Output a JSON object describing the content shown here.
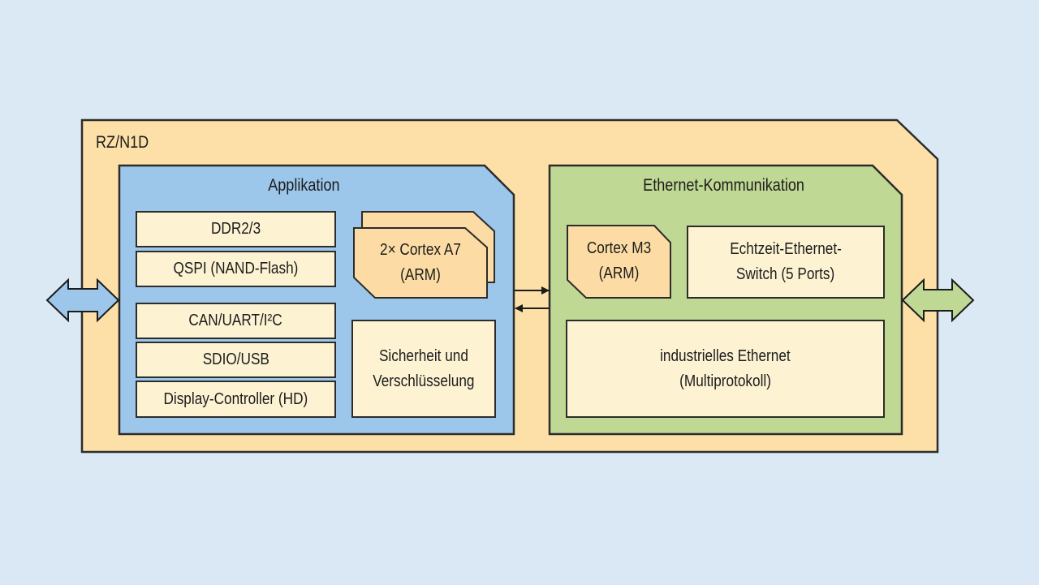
{
  "diagram": {
    "chip_label": "RZ/N1D",
    "colors": {
      "background": "#dbe9f4",
      "chip_fill": "#fde0a8",
      "application_fill": "#9cc6ea",
      "ethernet_fill": "#bfd894",
      "peripheral_fill": "#fdf3d3",
      "core_fill": "#fcdca4",
      "outline": "#2c2c2c"
    },
    "application": {
      "title": "Applikation",
      "peripherals": [
        "DDR2/3",
        "QSPI (NAND-Flash)",
        "CAN/UART/I²C",
        "SDIO/USB",
        "Display-Controller (HD)"
      ],
      "core": {
        "line1": "2× Cortex A7",
        "line2": "(ARM)",
        "count": 2
      },
      "security": {
        "line1": "Sicherheit und",
        "line2": "Verschlüsselung"
      }
    },
    "ethernet": {
      "title": "Ethernet-Kommunikation",
      "core": {
        "line1": "Cortex M3",
        "line2": "(ARM)"
      },
      "switch": {
        "line1": "Echtzeit-Ethernet-",
        "line2": "Switch (5 Ports)"
      },
      "industrial": {
        "line1": "industrielles Ethernet",
        "line2": "(Multiprotokoll)"
      }
    },
    "connections": [
      {
        "from": "application",
        "to": "ethernet",
        "type": "one-way"
      },
      {
        "from": "ethernet",
        "to": "application",
        "type": "one-way"
      },
      {
        "from": "external-left",
        "to": "application",
        "type": "bidirectional"
      },
      {
        "from": "ethernet",
        "to": "external-right",
        "type": "bidirectional"
      }
    ]
  }
}
